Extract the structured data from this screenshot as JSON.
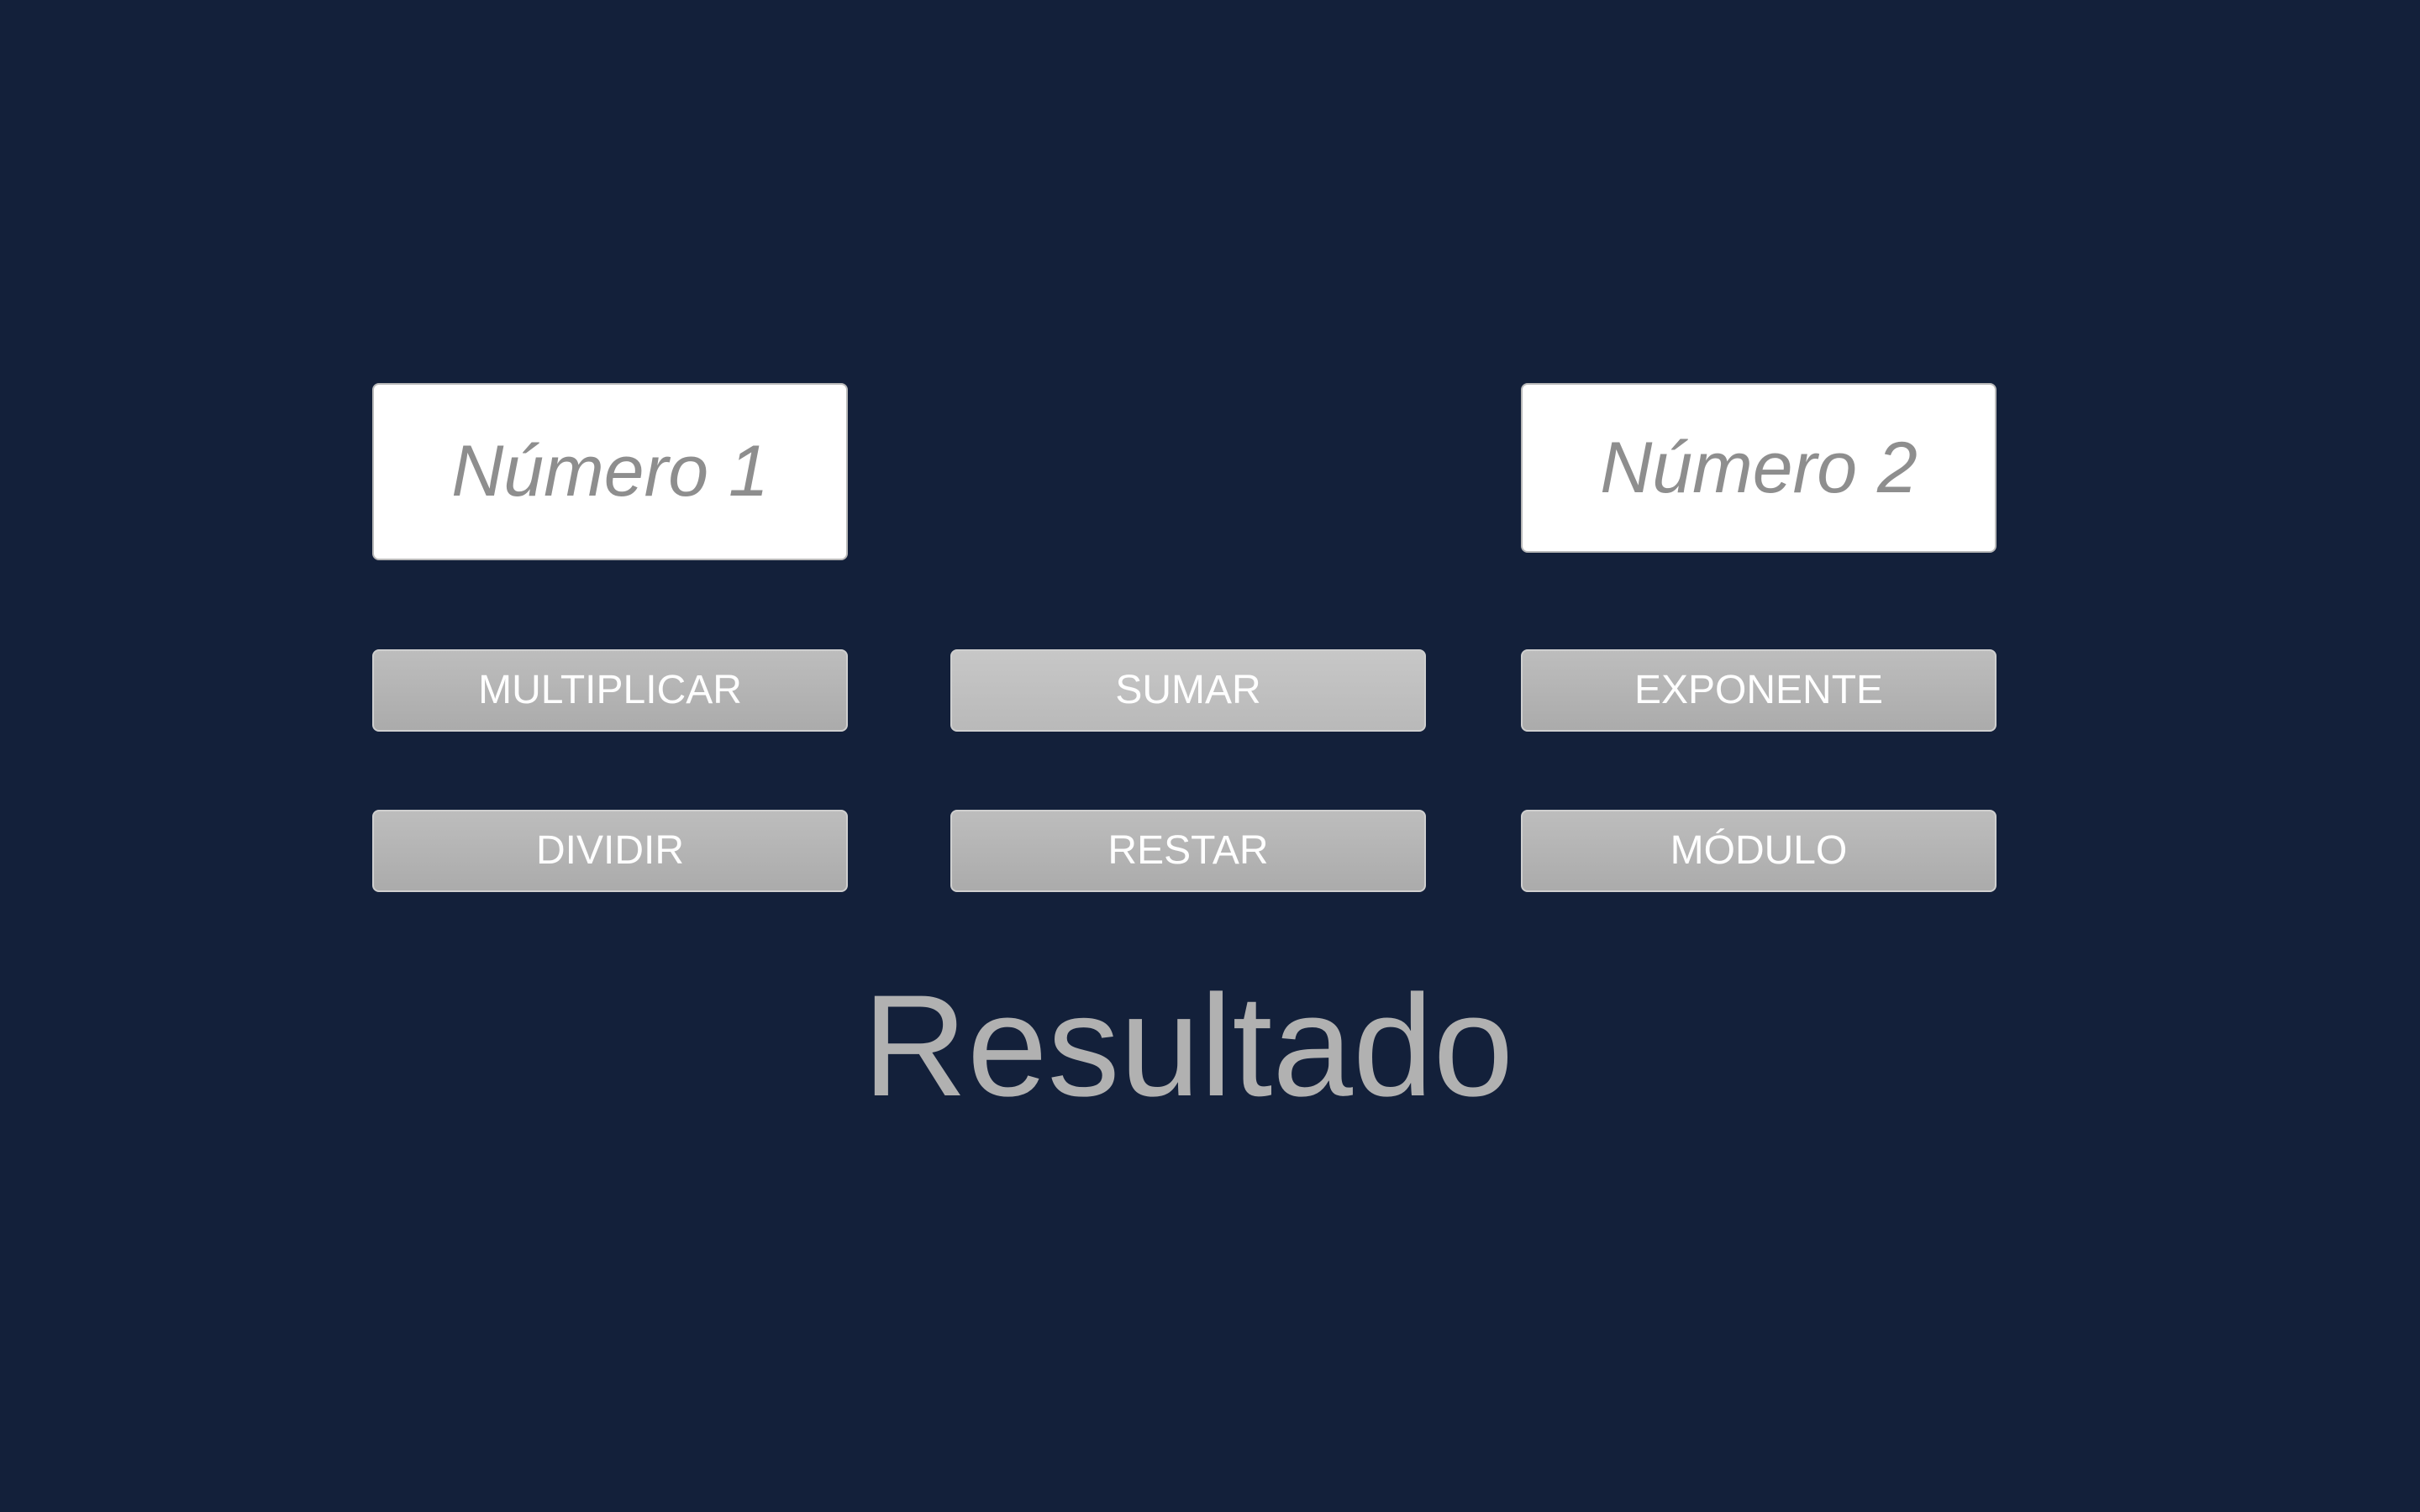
{
  "inputs": {
    "number1_placeholder": "Número 1",
    "number2_placeholder": "Número 2",
    "number1_value": "",
    "number2_value": ""
  },
  "buttons": {
    "multiply": "MULTIPLICAR",
    "add": "SUMAR",
    "exponent": "EXPONENTE",
    "divide": "DIVIDIR",
    "subtract": "RESTAR",
    "modulo": "MÓDULO"
  },
  "result": {
    "text": "Resultado"
  },
  "colors": {
    "background": "#13203a",
    "input_background": "#ffffff",
    "placeholder_text": "#8e8e8e",
    "button_background": "#b3b3b3",
    "button_text": "#ffffff",
    "result_text": "#b1b1b1"
  }
}
